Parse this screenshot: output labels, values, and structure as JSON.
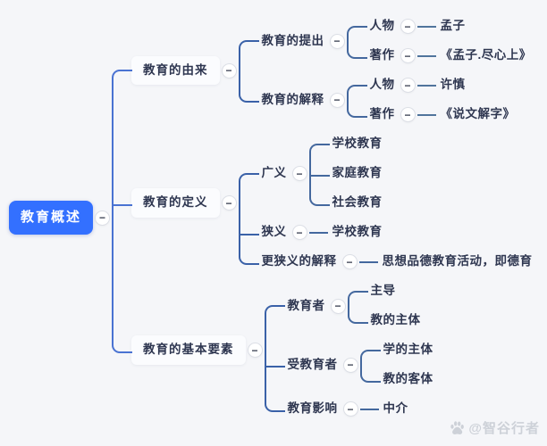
{
  "canvas": {
    "background": "#f5f6f9"
  },
  "style": {
    "root_bg": "#3370ff",
    "root_text_color": "#ffffff",
    "branch_box_bg": "#fbfcfe",
    "text_color": "#2e3650",
    "collapse_glyph": "−",
    "line_colors": [
      "#4a73d2",
      "#3a61a8",
      "#44689e",
      "#50749c"
    ]
  },
  "watermark": {
    "icon": "baidu-paw-icon",
    "text": "@智谷行者",
    "color": "#cdd1d8"
  },
  "mindmap": {
    "label": "教育概述",
    "children": [
      {
        "label": "教育的由来",
        "children": [
          {
            "label": "教育的提出",
            "children": [
              {
                "label": "人物",
                "children": [
                  {
                    "label": "孟子"
                  }
                ]
              },
              {
                "label": "著作",
                "children": [
                  {
                    "label": "《孟子.尽心上》"
                  }
                ]
              }
            ]
          },
          {
            "label": "教育的解释",
            "children": [
              {
                "label": "人物",
                "children": [
                  {
                    "label": "许慎"
                  }
                ]
              },
              {
                "label": "著作",
                "children": [
                  {
                    "label": "《说文解字》"
                  }
                ]
              }
            ]
          }
        ]
      },
      {
        "label": "教育的定义",
        "children": [
          {
            "label": "广义",
            "children": [
              {
                "label": "学校教育"
              },
              {
                "label": "家庭教育"
              },
              {
                "label": "社会教育"
              }
            ]
          },
          {
            "label": "狭义",
            "children": [
              {
                "label": "学校教育"
              }
            ]
          },
          {
            "label": "更狭义的解释",
            "children": [
              {
                "label": "思想品德教育活动，即德育"
              }
            ]
          }
        ]
      },
      {
        "label": "教育的基本要素",
        "children": [
          {
            "label": "教育者",
            "children": [
              {
                "label": "主导"
              },
              {
                "label": "教的主体"
              }
            ]
          },
          {
            "label": "受教育者",
            "children": [
              {
                "label": "学的主体"
              },
              {
                "label": "教的客体"
              }
            ]
          },
          {
            "label": "教育影响",
            "children": [
              {
                "label": "中介"
              }
            ]
          }
        ]
      }
    ]
  }
}
